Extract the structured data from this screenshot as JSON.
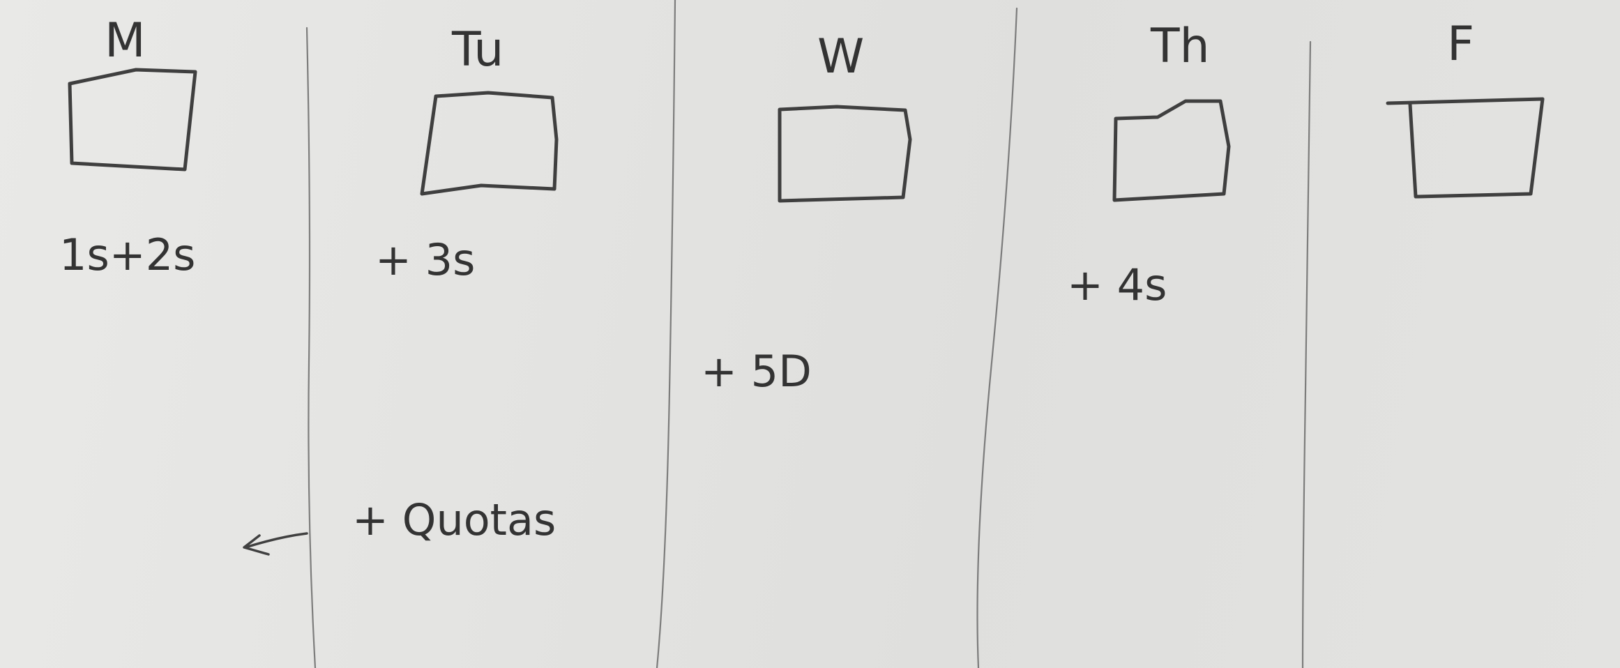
{
  "days": [
    {
      "id": "mon",
      "label": "M",
      "note": "1s+2s"
    },
    {
      "id": "tue",
      "label": "Tu",
      "note": "+ 3s"
    },
    {
      "id": "wed",
      "label": "W",
      "note": "+ 5D"
    },
    {
      "id": "thu",
      "label": "Th",
      "note": "+ 4s"
    },
    {
      "id": "fri",
      "label": "F",
      "note": ""
    }
  ],
  "extra_note": "+ Quotas",
  "colors": {
    "paper": "#e6e6e4",
    "pencil": "#3f3f3f"
  },
  "icons": {
    "arrow": "left-arrow-icon",
    "checkbox": "checkbox-square"
  }
}
